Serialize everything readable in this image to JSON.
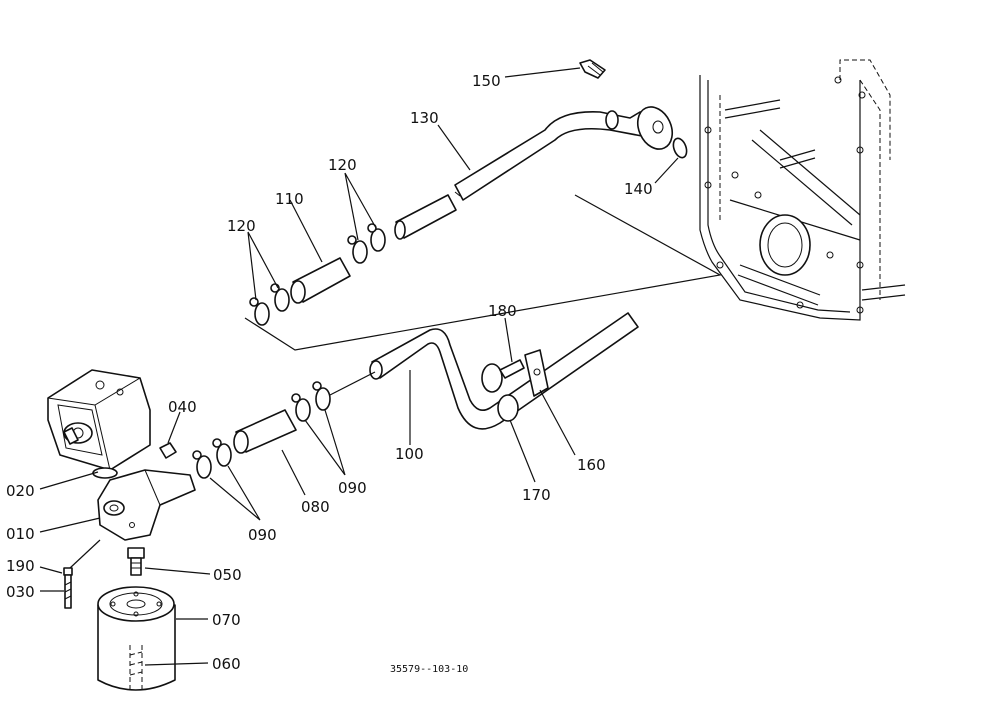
{
  "labels": {
    "p010": "010",
    "p020": "020",
    "p030": "030",
    "p040": "040",
    "p050": "050",
    "p060": "060",
    "p070": "070",
    "p080": "080",
    "p090a": "090",
    "p090b": "090",
    "p100": "100",
    "p110": "110",
    "p120a": "120",
    "p120b": "120",
    "p130": "130",
    "p140": "140",
    "p150": "150",
    "p160": "160",
    "p170": "170",
    "p180": "180",
    "p190": "190"
  },
  "drawing_number": "35579--103-10"
}
